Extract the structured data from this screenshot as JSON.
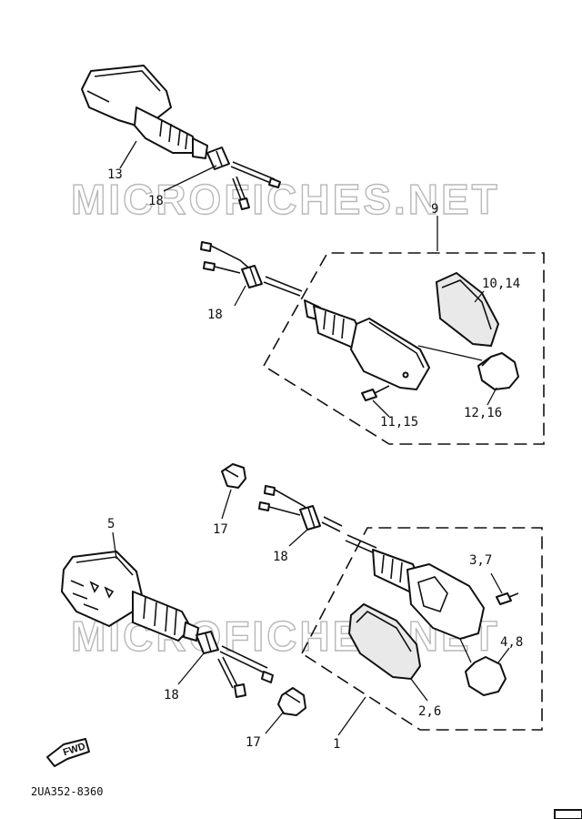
{
  "watermark": "MICROFICHES.NET",
  "drawing_number": "2UA352-8360",
  "fwd_label": "FWD",
  "callouts": {
    "c13": "13",
    "c18_top": "18",
    "c9": "9",
    "c10_14": "10,14",
    "c18_mid": "18",
    "c12_16": "12,16",
    "c11_15": "11,15",
    "c17_top": "17",
    "c5": "5",
    "c18_low": "18",
    "c3_7": "3,7",
    "c4_8": "4,8",
    "c18_bottom": "18",
    "c2_6": "2,6",
    "c17_bottom": "17",
    "c1": "1"
  }
}
